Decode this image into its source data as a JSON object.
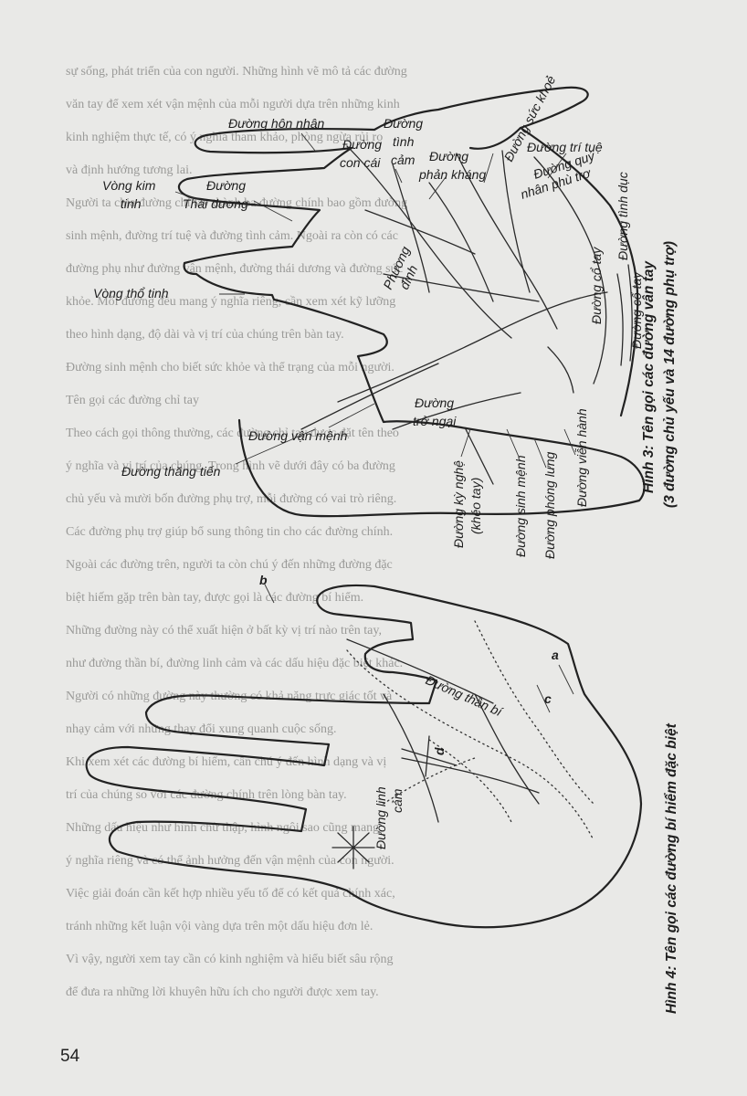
{
  "page_number": "54",
  "background_text": [
    "sự sống, phát triển của con người. Những hình vẽ mô tả các đường",
    "văn tay để xem xét vận mệnh của mỗi người dựa trên những kinh",
    "kinh nghiệm thực tế, có ý nghĩa tham khảo, phòng ngừa rủi ro",
    "và định hướng tương lai.",
    "Người ta chia đường chỉ tay thành ba đường chính bao gồm đường",
    "sinh mệnh, đường trí tuệ và đường tình cảm. Ngoài ra còn có các",
    "đường phụ như đường vận mệnh, đường thái dương và đường sức",
    "khỏe. Mỗi đường đều mang ý nghĩa riêng, cần xem xét kỹ lưỡng",
    "theo hình dạng, độ dài và vị trí của chúng trên bàn tay.",
    "Đường sinh mệnh cho biết sức khỏe và thể trạng của mỗi người.",
    "Tên gọi các đường chỉ tay",
    "Theo cách gọi thông thường, các đường chỉ tay được đặt tên theo",
    "ý nghĩa và vị trí của chúng. Trong hình vẽ dưới đây có ba đường",
    "chủ yếu và mười bốn đường phụ trợ, mỗi đường có vai trò riêng.",
    "Các đường phụ trợ giúp bổ sung thông tin cho các đường chính.",
    "Ngoài các đường trên, người ta còn chú ý đến những đường đặc",
    "biệt hiếm gặp trên bàn tay, được gọi là các đường bí hiểm.",
    "Những đường này có thể xuất hiện ở bất kỳ vị trí nào trên tay,",
    "như đường thần bí, đường linh cảm và các dấu hiệu đặc biệt khác.",
    "Người có những đường này thường có khả năng trực giác tốt và",
    "nhạy cảm với những thay đổi xung quanh cuộc sống.",
    "Khi xem xét các đường bí hiểm, cần chú ý đến hình dạng và vị",
    "trí của chúng so với các đường chính trên lòng bàn tay.",
    "Những dấu hiệu như hình chữ thập, hình ngôi sao cũng mang",
    "ý nghĩa riêng và có thể ảnh hưởng đến vận mệnh của con người.",
    "Việc giải đoán cần kết hợp nhiều yếu tố để có kết quả chính xác,",
    "tránh những kết luận vội vàng dựa trên một dấu hiệu đơn lẻ.",
    "Vì vậy, người xem tay cần có kinh nghiệm và hiểu biết sâu rộng",
    "để đưa ra những lời khuyên hữu ích cho người được xem tay."
  ],
  "figure3": {
    "caption_line1": "Hình 3: Tên gọi các đường vân tay",
    "caption_line2": "(3 đường chủ yếu và 14 đường phụ trợ)",
    "labels": {
      "hon_nhan": "Đường hôn nhân",
      "tinh_cam_1": "Đường",
      "tinh_cam_2": "tình",
      "tinh_cam_3": "cảm",
      "con_cai_1": "Đường",
      "con_cai_2": "con cái",
      "suc_khoe": "Đường sức khoẻ",
      "phan_khang_1": "Đường",
      "phan_khang_2": "phản kháng",
      "tri_tue": "Đường trí tuệ",
      "quy_nhan_1": "Đường quý",
      "quy_nhan_2": "nhân phù trợ",
      "vong_kim_tinh_1": "Vòng kim",
      "vong_kim_tinh_2": "tinh",
      "thai_duong_1": "Đường",
      "thai_duong_2": "Thái dương",
      "tinh_duc": "Đường tình dục",
      "phuong_dinh_1": "Phương",
      "phuong_dinh_2": "đình",
      "vong_tho_tinh": "Vòng thổ tinh",
      "co_tay_1": "Đường cổ tay",
      "co_tay_2": "Đường cổ tay",
      "tro_ngai_1": "Đường",
      "tro_ngai_2": "trở ngại",
      "vien_hanh": "Đường viễn hành",
      "van_menh": "Đường vận mệnh",
      "thang_tien": "Đường thăng tiến",
      "ky_nghe_1": "Đường kỳ nghệ",
      "ky_nghe_2": "(khéo tay)",
      "sinh_menh": "Đường sinh mệnh",
      "phong_lung": "Đường phóng lưng"
    }
  },
  "figure4": {
    "caption": "Hình 4: Tên gọi các đường bí hiểm đặc biệt",
    "labels": {
      "than_bi": "Đường thần bí",
      "linh_cam_1": "Đường linh",
      "linh_cam_2": "cảm",
      "mark_a": "a",
      "mark_b": "b",
      "mark_c": "c",
      "mark_d": "d"
    }
  }
}
